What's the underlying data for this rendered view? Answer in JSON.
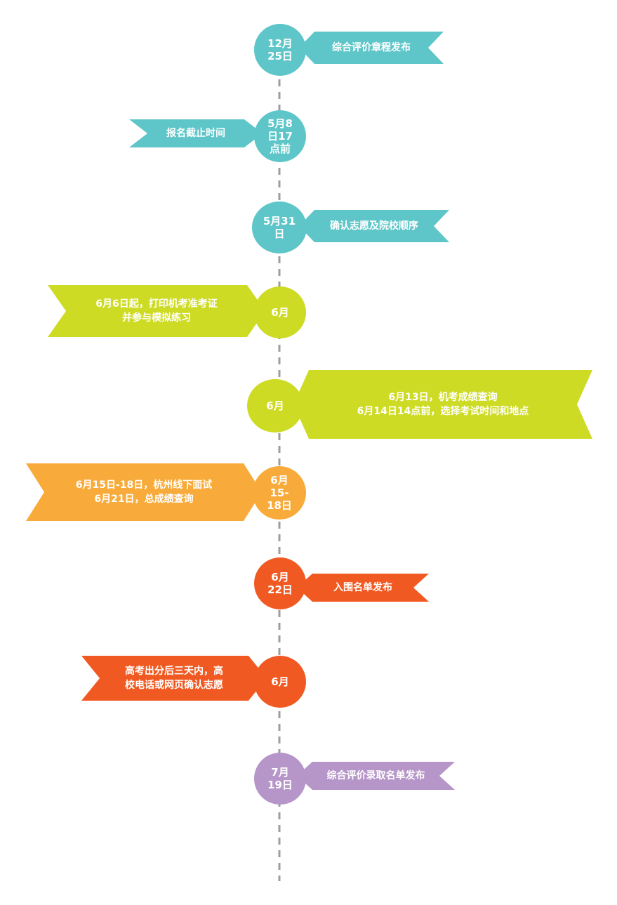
{
  "colors": {
    "teal": "#5ec6c8",
    "lime": "#cedb24",
    "amber": "#f8ab3a",
    "orange": "#f05a22",
    "lavender": "#b695c8",
    "line": "#9e9e9e"
  },
  "events": [
    {
      "node_label": "12月\n25日",
      "banner_text": "综合评价章程发布",
      "color": "teal"
    },
    {
      "node_label": "5月8\n日17\n点前",
      "banner_text": "报名截止时间",
      "color": "teal"
    },
    {
      "node_label": "5月31\n日",
      "banner_text": "确认志愿及院校顺序",
      "color": "teal"
    },
    {
      "node_label": "6月",
      "banner_text": "6月6日起，打印机考准考证\n并参与模拟练习",
      "color": "lime"
    },
    {
      "node_label": "6月",
      "banner_text": "6月13日，机考成绩查询\n6月14日14点前，选择考试时间和地点",
      "color": "lime"
    },
    {
      "node_label": "6月\n15-\n18日",
      "banner_text": "6月15日-18日，杭州线下面试\n6月21日，总成绩查询",
      "color": "amber"
    },
    {
      "node_label": "6月\n22日",
      "banner_text": "入围名单发布",
      "color": "orange"
    },
    {
      "node_label": "6月",
      "banner_text": "高考出分后三天内，高\n校电话或网页确认志愿",
      "color": "orange"
    },
    {
      "node_label": "7月\n19日",
      "banner_text": "综合评价录取名单发布",
      "color": "lavender"
    }
  ]
}
